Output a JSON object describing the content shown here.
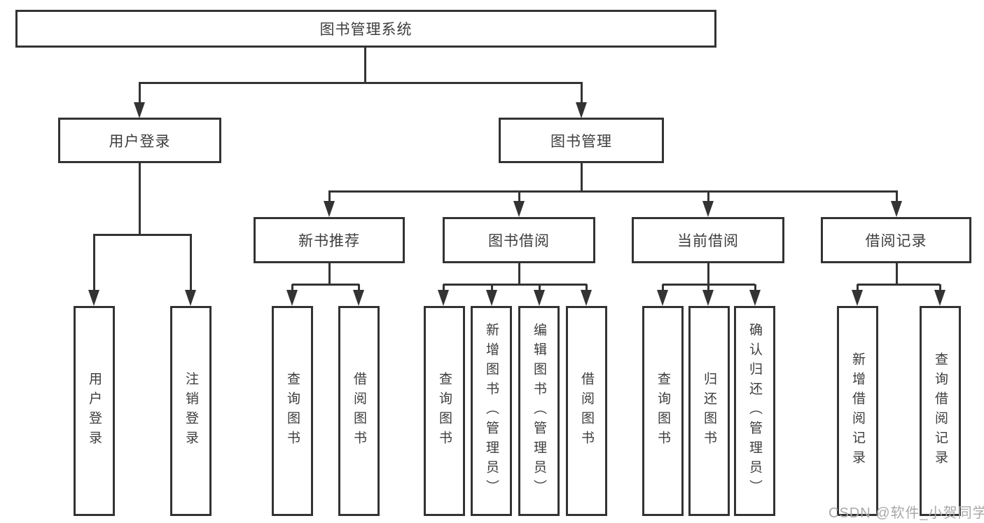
{
  "colors": {
    "background": "#ffffff",
    "line": "#333333",
    "box_border": "#333333",
    "text": "#3d3d3d",
    "watermark": "#a9a9a9"
  },
  "watermark": {
    "text": "CSDN @软件_小贺同学"
  },
  "tree": {
    "label": "图书管理系统",
    "children": [
      {
        "label": "用户登录",
        "children": [
          {
            "label": "用户登录"
          },
          {
            "label": "注销登录"
          }
        ]
      },
      {
        "label": "图书管理",
        "children": [
          {
            "label": "新书推荐",
            "children": [
              {
                "label": "查询图书"
              },
              {
                "label": "借阅图书"
              }
            ]
          },
          {
            "label": "图书借阅",
            "children": [
              {
                "label": "查询图书"
              },
              {
                "label": "新增图书（管理员）"
              },
              {
                "label": "编辑图书（管理员）"
              },
              {
                "label": "借阅图书"
              }
            ]
          },
          {
            "label": "当前借阅",
            "children": [
              {
                "label": "查询图书"
              },
              {
                "label": "归还图书"
              },
              {
                "label": "确认归还（管理员）"
              }
            ]
          },
          {
            "label": "借阅记录",
            "children": [
              {
                "label": "新增借阅记录"
              },
              {
                "label": "查询借阅记录"
              }
            ]
          }
        ]
      }
    ]
  }
}
